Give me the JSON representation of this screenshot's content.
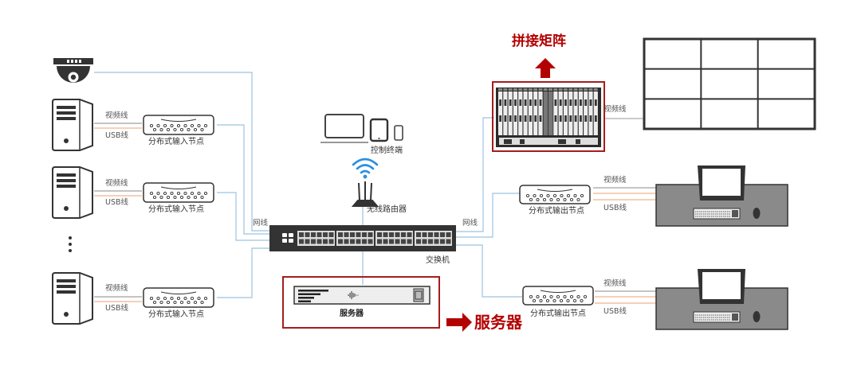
{
  "colors": {
    "network_line": "#9cc3e0",
    "video_line": "#888888",
    "usb_line": "#f0b48c",
    "highlight": "#a51d1d",
    "callout_text": "#b30000",
    "device_dark": "#333333",
    "desk_gray": "#8a8a8a",
    "wifi": "#2a8fe0"
  },
  "left": {
    "camera": {
      "icon": "dome-camera-icon"
    },
    "sources": [
      {
        "icon": "pc-tower-icon",
        "video_label": "视频线",
        "usb_label": "USB线",
        "node_label": "分布式输入节点"
      },
      {
        "icon": "pc-tower-icon",
        "video_label": "视频线",
        "usb_label": "USB线",
        "node_label": "分布式输入节点"
      },
      {
        "icon": "pc-tower-icon",
        "video_label": "视频线",
        "usb_label": "USB线",
        "node_label": "分布式输入节点"
      }
    ],
    "ellipsis": "⋮",
    "network_label": "网线"
  },
  "center": {
    "control_terminal_label": "控制终端",
    "router_label": "无线路由器",
    "switch_label": "交换机",
    "server_label": "服务器",
    "server_callout": "服务器"
  },
  "right": {
    "matrix_callout": "拼接矩阵",
    "matrix_video_label": "视频线",
    "network_label": "网线",
    "video_wall": {
      "rows": 3,
      "cols": 3
    },
    "outputs": [
      {
        "node_label": "分布式输出节点",
        "video_label": "视频线",
        "usb_label": "USB线",
        "icon": "workstation-icon"
      },
      {
        "node_label": "分布式输出节点",
        "video_label": "视频线",
        "usb_label": "USB线",
        "icon": "workstation-icon"
      }
    ]
  }
}
